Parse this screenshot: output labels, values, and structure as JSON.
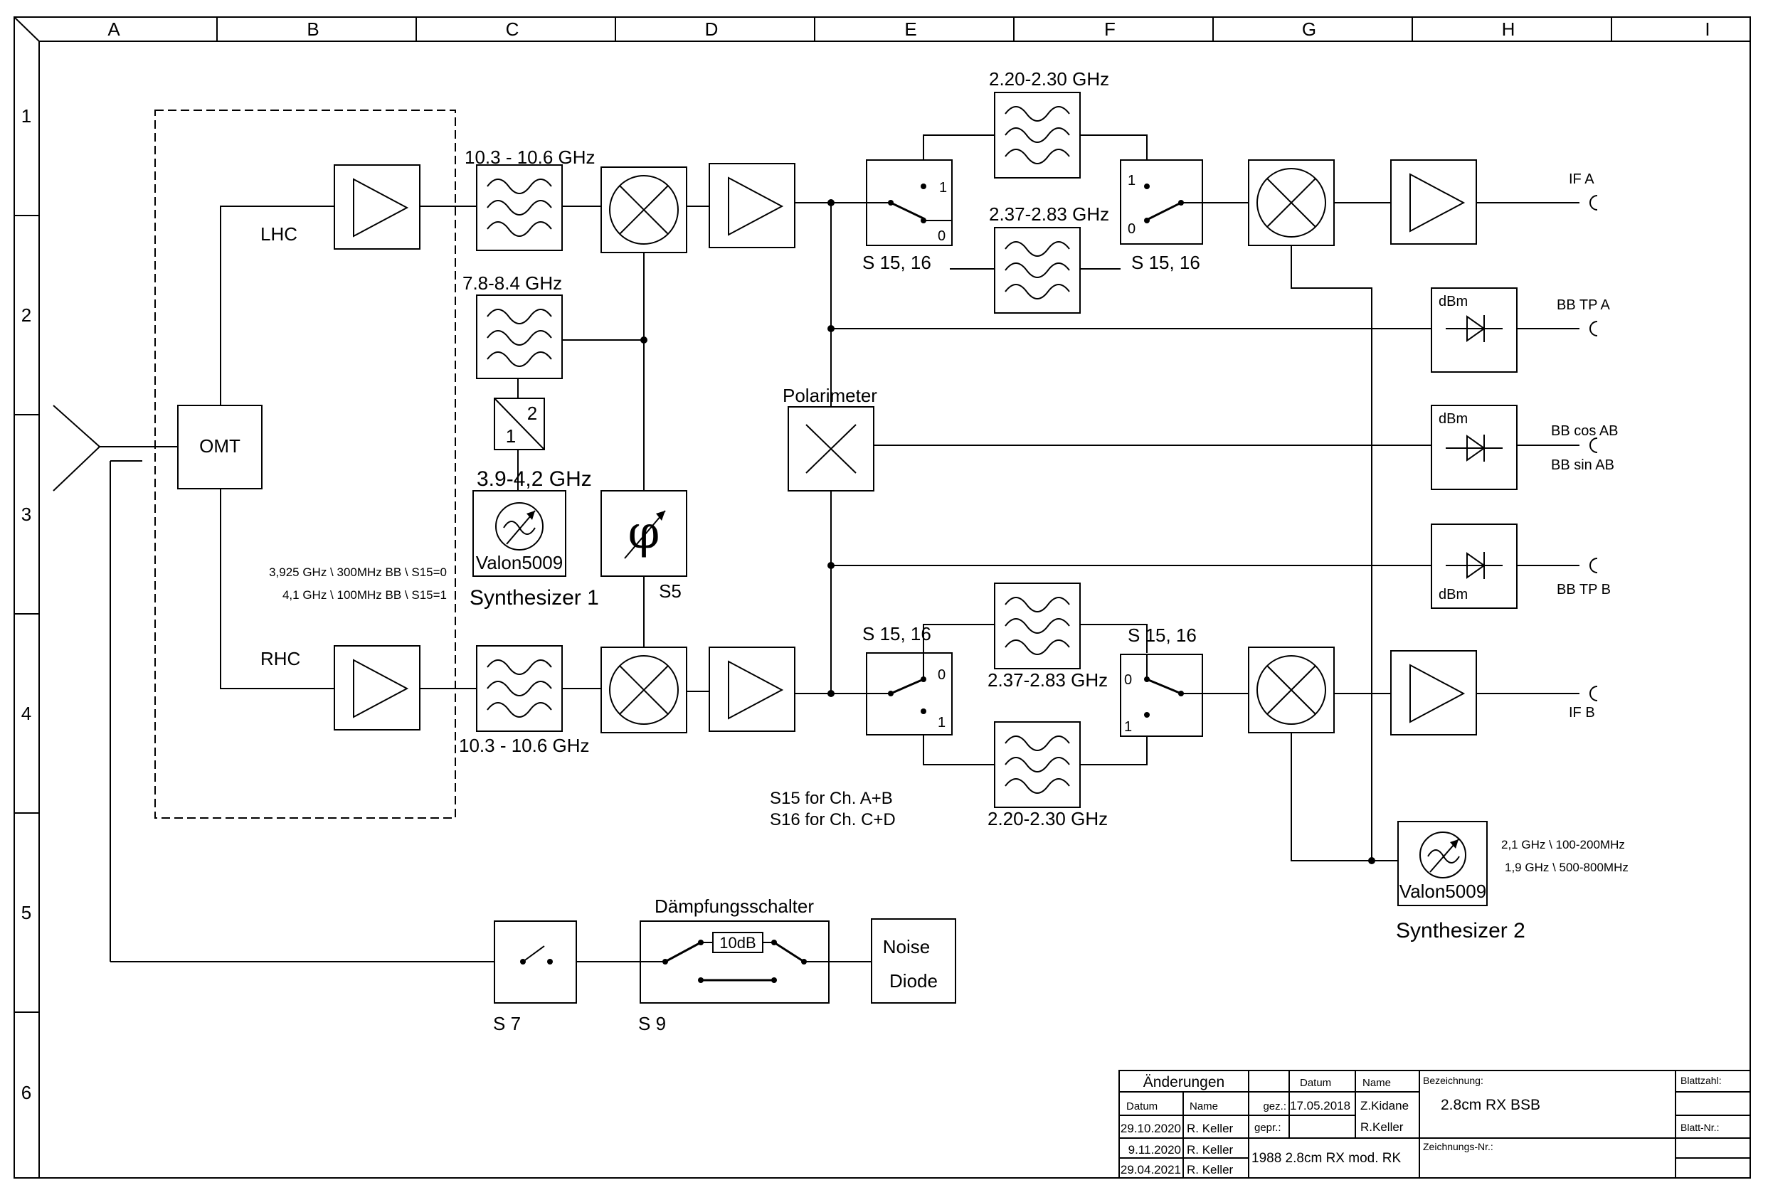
{
  "frame": {
    "cols": [
      "A",
      "B",
      "C",
      "D",
      "E",
      "F",
      "G",
      "H",
      "I"
    ],
    "rows": [
      "1",
      "2",
      "3",
      "4",
      "5",
      "6"
    ]
  },
  "blocks": {
    "omt": "OMT",
    "polarimeter": "Polarimeter",
    "phase_symbol": "φ",
    "phase_label": "S5",
    "divider_in": "1",
    "divider_out": "2",
    "synth1_model": "Valon5009",
    "synth1_freq": "3.9-4,2 GHz",
    "synth1_name": "Synthesizer 1",
    "synth2_model": "Valon5009",
    "synth2_name": "Synthesizer 2",
    "noise_line1": "Noise",
    "noise_line2": "Diode",
    "attenuator_title": "Dämpfungsschalter",
    "attenuator_value": "10dB",
    "dbm_label": "dBm"
  },
  "labels": {
    "lhc": "LHC",
    "rhc": "RHC",
    "filter_top_in": "10.3 - 10.6 GHz",
    "filter_bottom_in": "10.3 - 10.6 GHz",
    "filter_lo": "7.8-8.4 GHz",
    "filter_a_upper": "2.20-2.30 GHz",
    "filter_a_lower": "2.37-2.83 GHz",
    "filter_b_upper": "2.37-2.83 GHz",
    "filter_b_lower": "2.20-2.30 GHz",
    "switch_label": "S 15, 16",
    "sw_pos_1": "1",
    "sw_pos_0": "0",
    "bb_note_1": "3,925 GHz \\ 300MHz BB \\ S15=0",
    "bb_note_2": "4,1 GHz \\ 100MHz BB \\ S15=1",
    "switch_note_1": "S15 for Ch. A+B",
    "switch_note_2": "S16 for Ch. C+D",
    "synth2_note_1": "2,1 GHz \\ 100-200MHz",
    "synth2_note_2": "1,9 GHz \\ 500-800MHz",
    "s7": "S 7",
    "s9": "S 9"
  },
  "outputs": {
    "if_a": "IF A",
    "bb_tp_a": "BB TP A",
    "bb_cos_ab": "BB cos AB",
    "bb_sin_ab": "BB sin AB",
    "bb_tp_b": "BB TP B",
    "if_b": "IF B"
  },
  "title_block": {
    "changes_header": "Änderungen",
    "col_date": "Datum",
    "col_name": "Name",
    "changes": [
      {
        "date": "29.10.2020",
        "name": "R. Keller"
      },
      {
        "date": "9.11.2020",
        "name": "R. Keller"
      },
      {
        "date": "29.04.2021",
        "name": "R. Keller"
      }
    ],
    "drawn_label": "gez.:",
    "drawn_date": "17.05.2018",
    "drawn_name": "Z.Kidane",
    "checked_label": "gepr.:",
    "checked_name": "R.Keller",
    "designation_label": "Bezeichnung:",
    "designation": "2.8cm RX BSB",
    "drawing_no_label": "Zeichnungs-Nr.:",
    "drawing_no": "1988 2.8cm RX mod. RK",
    "sheet_count_label": "Blattzahl:",
    "sheet_no_label": "Blatt-Nr.:"
  }
}
